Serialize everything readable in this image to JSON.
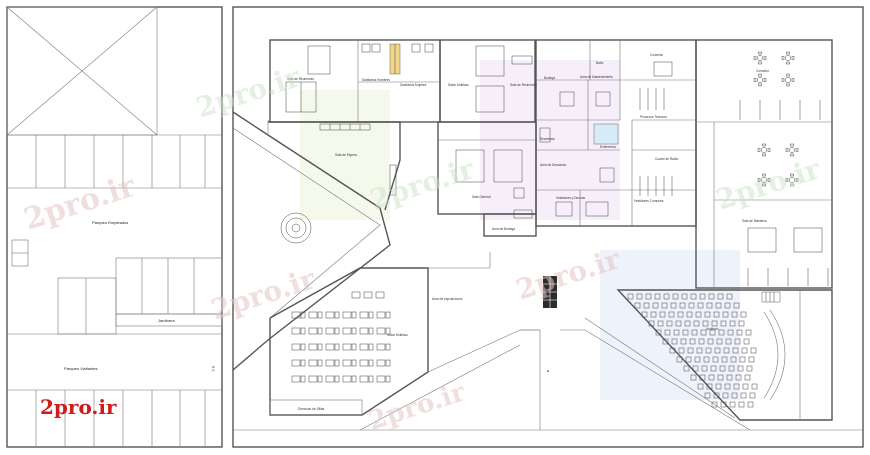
{
  "watermark": {
    "text": "2pro.ir"
  },
  "brand": {
    "text": "2pro.ir"
  },
  "labels": {
    "parqueo_empleados": "Parqueo Empleados",
    "parqueo_visitantes": "Parqueo Visitantes",
    "jardinera": "Jardinera",
    "side_code": "N.S",
    "sala_de_espera": "Sala de Espera",
    "sala_de_reuniones": "Sala de Reuniones",
    "sanitarios_hombres": "Sanitarios Hombres",
    "sanitarios_mujeres": "Sanitarios Mujeres",
    "sala_de_reuniones_2": "Sala de Reuniones",
    "area_de_mantenimiento": "Area de Mantenimiento",
    "salon_multiuso_top": "Salon Multiuso",
    "bodega": "Bodega",
    "bano": "Baño",
    "secretaria": "Secretaria",
    "cocineta": "Cocineta",
    "enfermeria": "Enfermeria",
    "area_de_descanso": "Area de Descanso",
    "procesos_tecnicos": "Procesos Técnicos",
    "cuarto_de_radio": "Cuarto de Radio",
    "vestidores_comunes": "Vestidores Comunes",
    "sala_general": "Sala General",
    "area_de_bodega": "Area de Bodega",
    "vestidores_y_duchas": "Vestidores y Duchas",
    "comedor": "Comedor",
    "sala_de_maestros": "Sala de Maestros",
    "area_de_exposiciones": "Area de exposiciones",
    "salon_multiuso": "Salon Multiuso",
    "direccion_de_sillas": "Direccion de Sillas",
    "auditorio": "Auditorio"
  }
}
